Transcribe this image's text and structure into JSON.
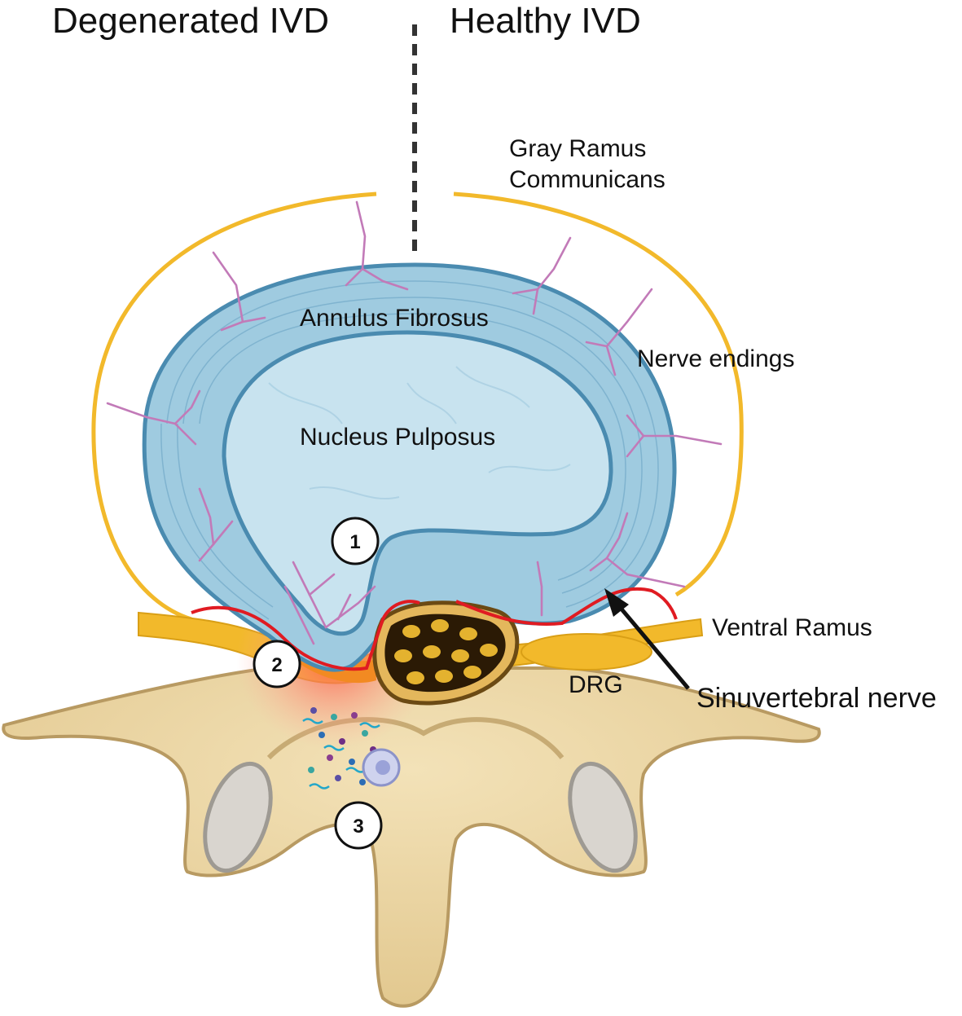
{
  "headers": {
    "left": "Degenerated IVD",
    "right": "Healthy IVD"
  },
  "labels": {
    "gray_ramus_line1": "Gray Ramus",
    "gray_ramus_line2": "Communicans",
    "annulus": "Annulus Fibrosus",
    "nucleus": "Nucleus Pulposus",
    "nerve_endings": "Nerve endings",
    "ventral_ramus": "Ventral Ramus",
    "drg": "DRG",
    "sinuvertebral": "Sinuvertebral nerve"
  },
  "badges": [
    "1",
    "2",
    "3"
  ],
  "colors": {
    "annulus_fill": "#9fcbe0",
    "annulus_stroke": "#4a8bb0",
    "nucleus_fill": "#c8e3ef",
    "ramus_gold": "#f2b92b",
    "bone": "#e9d5a6",
    "bone_stroke": "#b89a62",
    "sinuvertebral_red": "#e01b22",
    "nerve_pink": "#c27ab8"
  }
}
